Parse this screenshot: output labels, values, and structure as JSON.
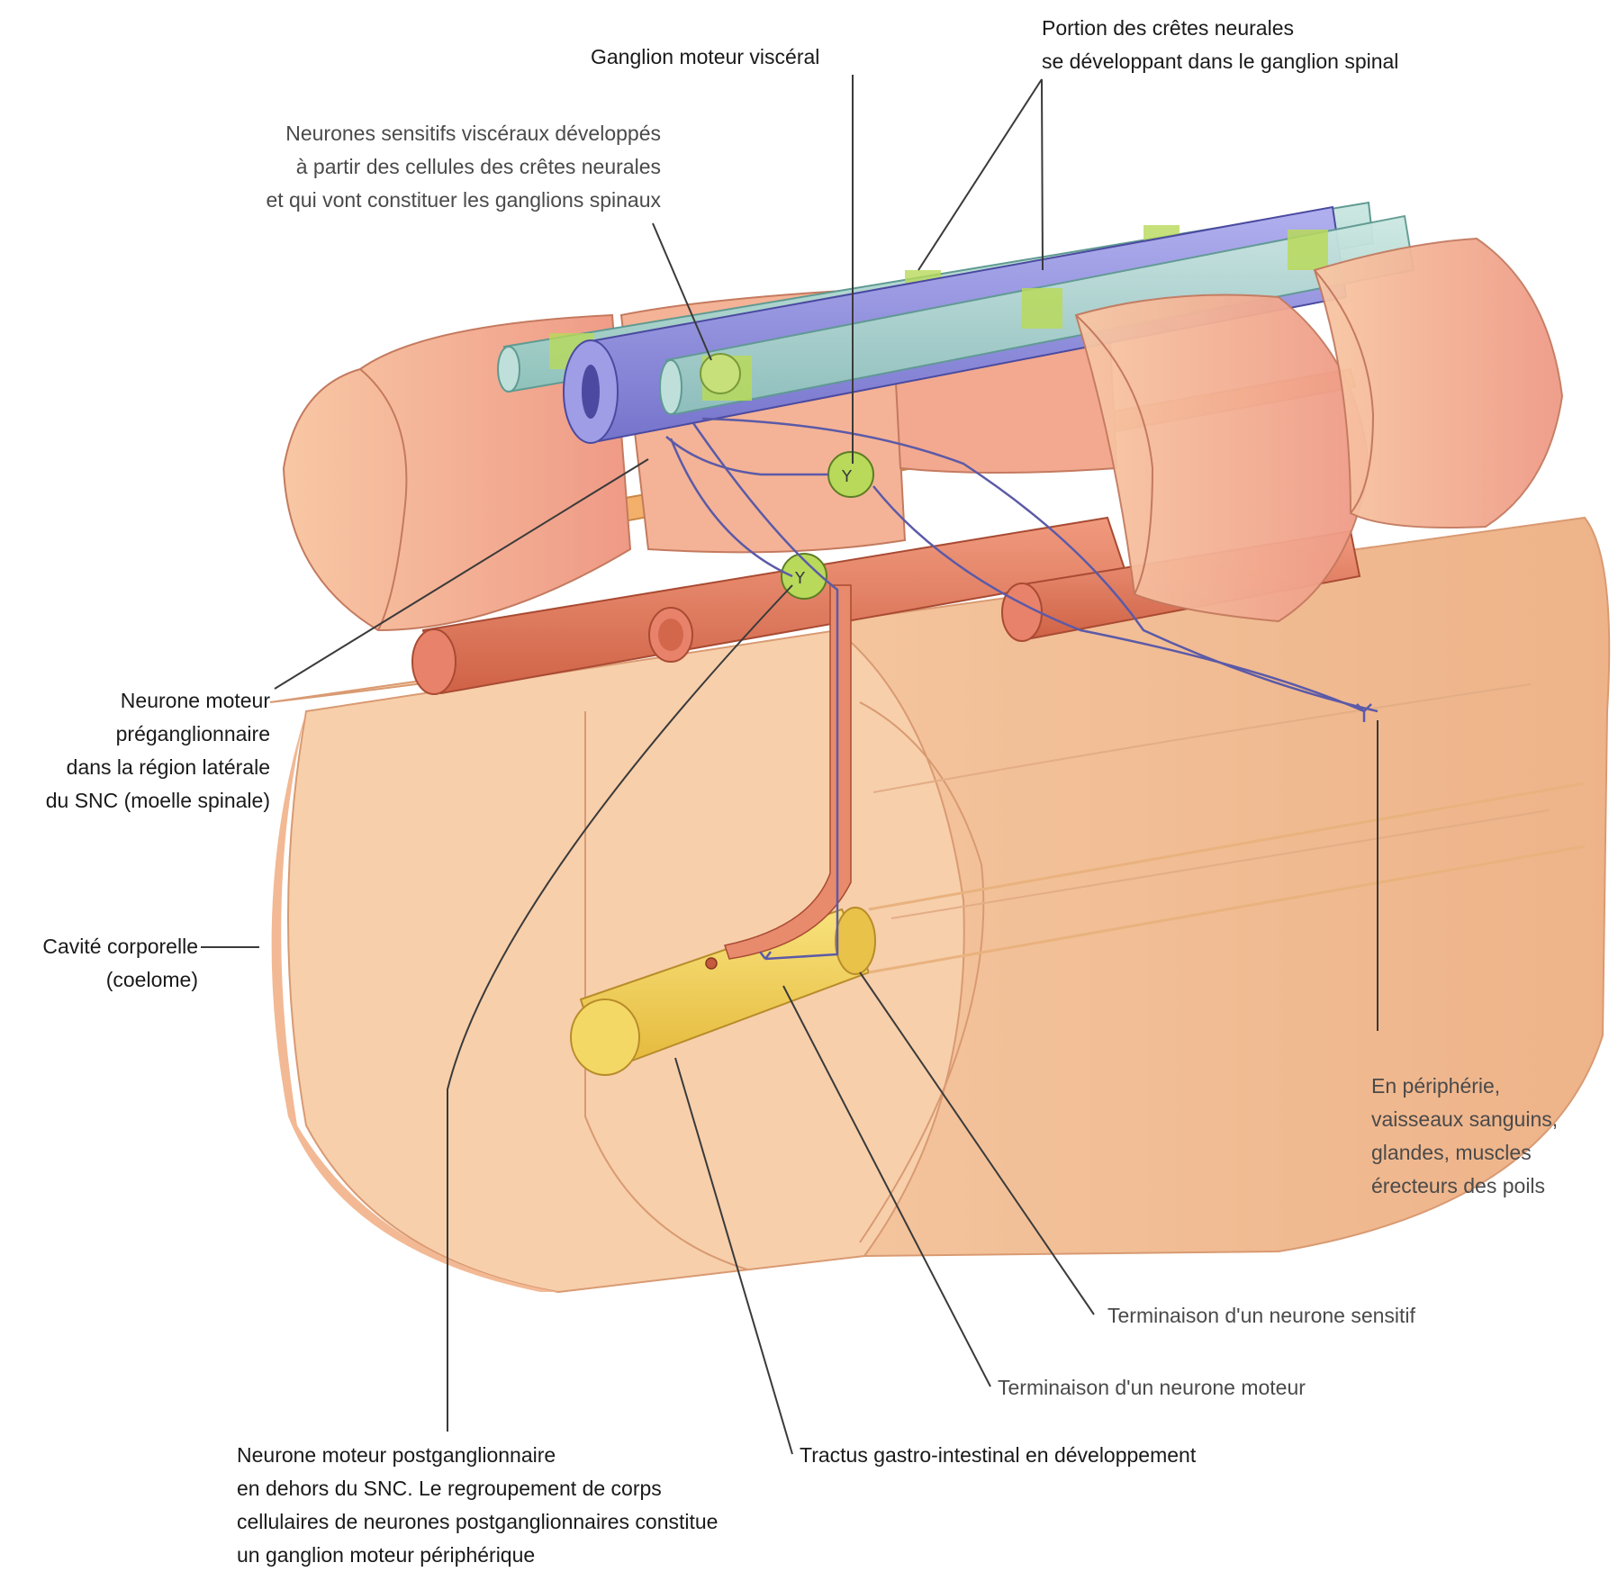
{
  "labels": {
    "ganglion_moteur": [
      "Ganglion moteur viscéral"
    ],
    "portion_cretes": [
      "Portion des crêtes neurales",
      "se développant dans le ganglion spinal"
    ],
    "neurones_sensitifs": [
      "Neurones sensitifs viscéraux développés",
      "à partir des cellules des crêtes neurales",
      "et qui vont constituer les ganglions spinaux"
    ],
    "neurone_preganglionnaire": [
      "Neurone moteur",
      "préganglionnaire",
      "dans la région latérale",
      "du SNC (moelle spinale)"
    ],
    "cavite": [
      "Cavité corporelle",
      "(coelome)"
    ],
    "peripherie": [
      "En périphérie,",
      "vaisseaux sanguins,",
      "glandes, muscles",
      "érecteurs des poils"
    ],
    "terminaison_sensitif": [
      "Terminaison d'un neurone sensitif"
    ],
    "terminaison_moteur": [
      "Terminaison d'un neurone moteur"
    ],
    "tractus": [
      "Tractus gastro-intestinal en développement"
    ],
    "neurone_postganglionnaire": [
      "Neurone moteur postganglionnaire",
      "en dehors du SNC. Le regroupement de corps",
      "cellulaires de neurones postganglionnaires constitue",
      "un ganglion moteur périphérique"
    ]
  },
  "colors": {
    "body_wall": "#f6cba3",
    "somite": "#f3a58c",
    "neural_tube": "#8f8ee0",
    "neural_crest": "#a9d4cf",
    "ganglion": "#b8d95a",
    "artery": "#e2795c",
    "gut": "#f2cf4f",
    "sensory_nerve": "#5b5aa8",
    "leader_line": "#3a3a3a"
  }
}
